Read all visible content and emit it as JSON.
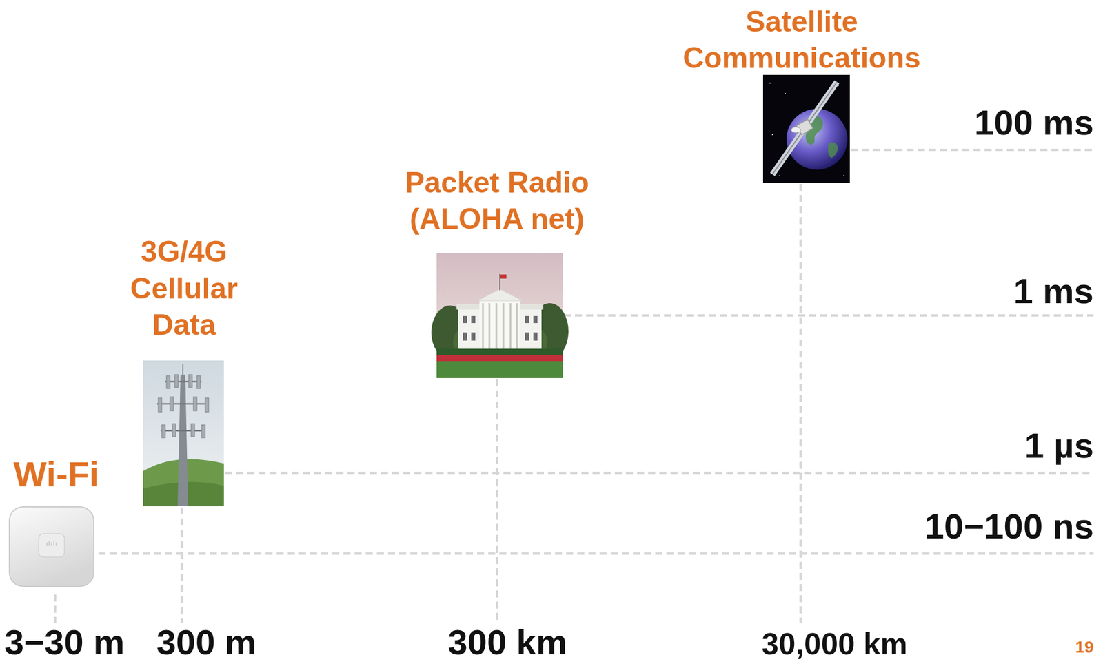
{
  "diagram": {
    "nodes": [
      {
        "text": [
          "Wi-Fi"
        ]
      },
      {
        "text": [
          "3G/4G Cellular Data"
        ]
      },
      {
        "text": [
          "Packet Radio (ALOHA net)"
        ]
      },
      {
        "text": [
          "Satellite Communications"
        ]
      }
    ],
    "labels": [
      "100 ms",
      "1 ms",
      "1 µs",
      "10−100 ns",
      "3−30 m",
      "300 m",
      "300 km",
      "30,000 km",
      "19"
    ]
  }
}
